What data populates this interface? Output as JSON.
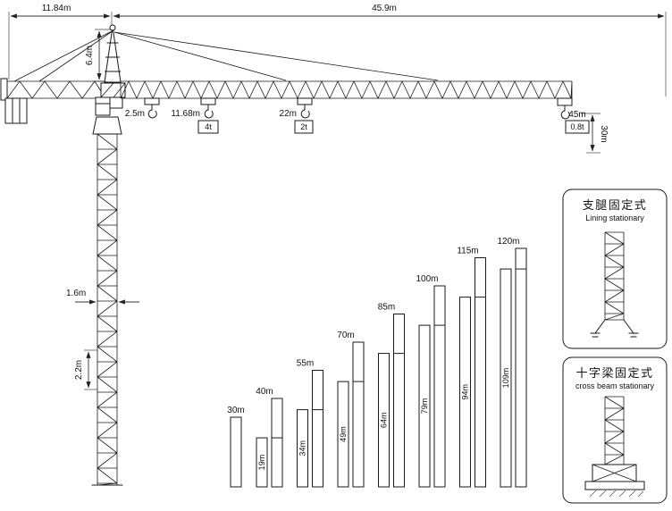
{
  "crane": {
    "dim_counter_jib": "11.84m",
    "dim_main_jib": "45.9m",
    "dim_tower_head": "6.4m",
    "dim_mast_width": "1.6m",
    "dim_section_height": "2.2m",
    "dim_hook_height": "30m",
    "load_points": [
      {
        "radius": "2.5m",
        "load": ""
      },
      {
        "radius": "11.68m",
        "load": "4t"
      },
      {
        "radius": "22m",
        "load": "2t"
      },
      {
        "radius": "45m",
        "load": "0.8t"
      }
    ]
  },
  "chart_data": {
    "type": "bar",
    "title": "",
    "unit": "m",
    "categories": [
      "30m",
      "40m",
      "55m",
      "70m",
      "85m",
      "100m",
      "115m",
      "120m"
    ],
    "configurations": [
      {
        "total": 30,
        "total_label": "30m",
        "inner": null,
        "inner_label": null
      },
      {
        "total": 40,
        "total_label": "40m",
        "inner": 19,
        "inner_label": "19m"
      },
      {
        "total": 55,
        "total_label": "55m",
        "inner": 34,
        "inner_label": "34m"
      },
      {
        "total": 70,
        "total_label": "70m",
        "inner": 49,
        "inner_label": "49m"
      },
      {
        "total": 85,
        "total_label": "85m",
        "inner": 64,
        "inner_label": "64m"
      },
      {
        "total": 100,
        "total_label": "100m",
        "inner": 79,
        "inner_label": "79m"
      },
      {
        "total": 115,
        "total_label": "115m",
        "inner": 94,
        "inner_label": "94m"
      },
      {
        "total": 120,
        "total_label": "120m",
        "inner": 109,
        "inner_label": "109m"
      }
    ]
  },
  "legend": {
    "leg_fixed": {
      "zh": "支腿固定式",
      "en": "Lining stationary"
    },
    "cross_beam": {
      "zh": "十字梁固定式",
      "en": "cross beam stationary"
    }
  }
}
